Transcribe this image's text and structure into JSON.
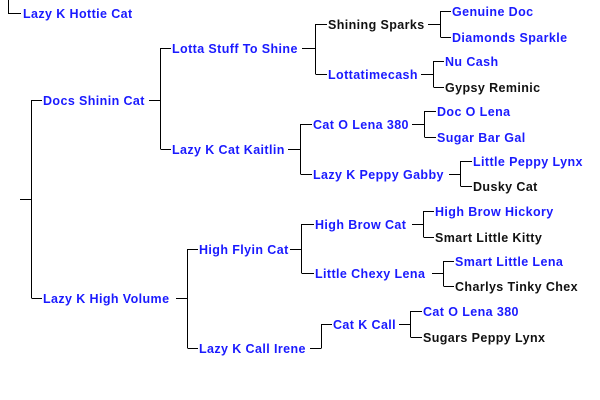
{
  "colors": {
    "link": "#1a1aff",
    "plain": "#111111"
  },
  "pedigree": {
    "top_entry": "Lazy K Hottie Cat",
    "sire": "Docs Shinin Cat",
    "sire_sire": "Lotta Stuff To Shine",
    "sire_sire_sire": "Shining Sparks",
    "sire_sire_sire_sire": "Genuine Doc",
    "sire_sire_sire_dam": "Diamonds Sparkle",
    "sire_sire_dam": "Lottatimecash",
    "sire_sire_dam_sire": "Nu Cash",
    "sire_sire_dam_dam": "Gypsy Reminic",
    "sire_dam": "Lazy K Cat Kaitlin",
    "sire_dam_sire": "Cat O Lena 380",
    "sire_dam_sire_sire": "Doc O Lena",
    "sire_dam_sire_dam": "Sugar Bar Gal",
    "sire_dam_dam": "Lazy K Peppy Gabby",
    "sire_dam_dam_sire": "Little Peppy Lynx",
    "sire_dam_dam_dam": "Dusky Cat",
    "dam": "Lazy K High Volume",
    "dam_sire": "High Flyin Cat",
    "dam_sire_sire": "High Brow Cat",
    "dam_sire_sire_sire": "High Brow Hickory",
    "dam_sire_sire_dam": "Smart Little Kitty",
    "dam_sire_dam": "Little Chexy Lena",
    "dam_sire_dam_sire": "Smart Little Lena",
    "dam_sire_dam_dam": "Charlys Tinky Chex",
    "dam_dam": "Lazy K Call Irene",
    "dam_dam_sire": "Cat K Call",
    "dam_dam_sire_sire": "Cat O Lena 380",
    "dam_dam_sire_dam": "Sugars Peppy Lynx"
  }
}
